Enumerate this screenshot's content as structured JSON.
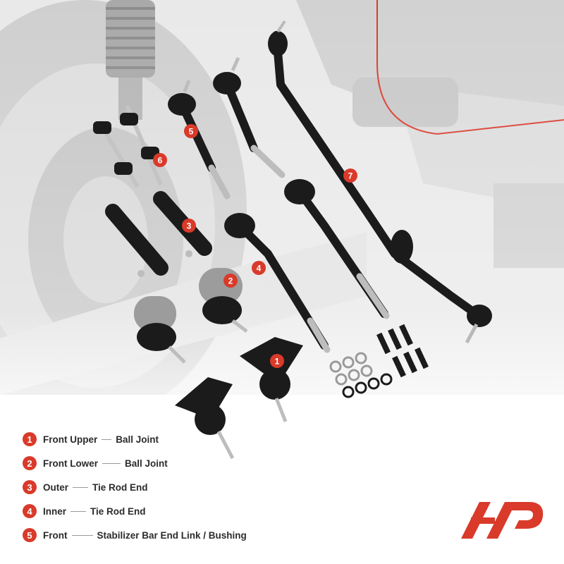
{
  "part_markers": [
    "1",
    "2",
    "3",
    "4",
    "5",
    "6",
    "7"
  ],
  "legend": [
    {
      "number": "1",
      "position": "Front Upper",
      "part": "Ball Joint"
    },
    {
      "number": "2",
      "position": "Front Lower",
      "part": "Ball Joint"
    },
    {
      "number": "3",
      "position": "Outer",
      "part": "Tie Rod End"
    },
    {
      "number": "4",
      "position": "Inner",
      "part": "Tie Rod End"
    },
    {
      "number": "5",
      "position": "Front",
      "part": "Stabilizer Bar End Link / Bushing"
    }
  ],
  "colors": {
    "accent": "#d93a2a",
    "parts": "#1b1b1b",
    "text": "#2b2b2b",
    "background": "#ffffff"
  },
  "brand": {
    "logo": "a-premium-logo"
  }
}
